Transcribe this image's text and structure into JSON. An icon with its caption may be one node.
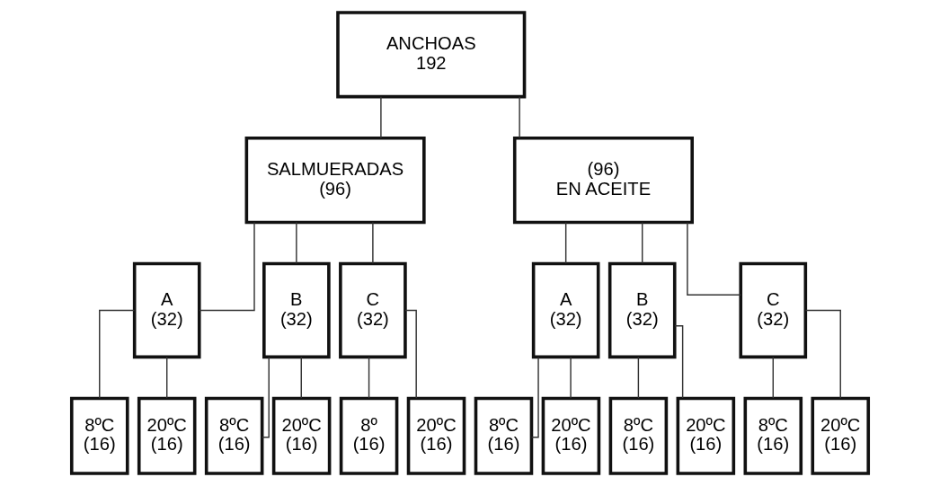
{
  "diagram": {
    "nodes": [
      {
        "text": [
          "ANCHOAS",
          "192"
        ]
      },
      {
        "text": [
          "SALMUERADAS",
          "(96)"
        ]
      },
      {
        "text": [
          "(96)",
          "EN ACEITE"
        ]
      },
      {
        "text": [
          "A",
          "(32)"
        ]
      },
      {
        "text": [
          "B",
          "(32)"
        ]
      },
      {
        "text": [
          "C",
          "(32)"
        ]
      },
      {
        "text": [
          "A",
          "(32)"
        ]
      },
      {
        "text": [
          "B",
          "(32)"
        ]
      },
      {
        "text": [
          "C",
          "(32)"
        ]
      },
      {
        "text": [
          "8ºC",
          "(16)"
        ]
      },
      {
        "text": [
          "20ºC",
          "(16)"
        ]
      },
      {
        "text": [
          "8ºC",
          "(16)"
        ]
      },
      {
        "text": [
          "20ºC",
          "(16)"
        ]
      },
      {
        "text": [
          "8º",
          "(16)"
        ]
      },
      {
        "text": [
          "20ºC",
          "(16)"
        ]
      },
      {
        "text": [
          "8ºC",
          "(16)"
        ]
      },
      {
        "text": [
          "20ºC",
          "(16)"
        ]
      },
      {
        "text": [
          "8ºC",
          "(16)"
        ]
      },
      {
        "text": [
          "20ºC",
          "(16)"
        ]
      },
      {
        "text": [
          "8ºC",
          "(16)"
        ]
      },
      {
        "text": [
          "20ºC",
          "(16)"
        ]
      }
    ],
    "edges": [
      {
        "from": 0,
        "to": 1,
        "arrow": "none"
      },
      {
        "from": 0,
        "to": 2,
        "arrow": "none"
      },
      {
        "from": 1,
        "to": 3,
        "arrow": "none"
      },
      {
        "from": 1,
        "to": 4,
        "arrow": "none"
      },
      {
        "from": 1,
        "to": 5,
        "arrow": "none"
      },
      {
        "from": 2,
        "to": 6,
        "arrow": "none"
      },
      {
        "from": 2,
        "to": 7,
        "arrow": "none"
      },
      {
        "from": 2,
        "to": 8,
        "arrow": "none"
      },
      {
        "from": 3,
        "to": 9,
        "arrow": "none"
      },
      {
        "from": 3,
        "to": 10,
        "arrow": "none"
      },
      {
        "from": 4,
        "to": 11,
        "arrow": "none"
      },
      {
        "from": 4,
        "to": 12,
        "arrow": "none"
      },
      {
        "from": 5,
        "to": 13,
        "arrow": "none"
      },
      {
        "from": 5,
        "to": 14,
        "arrow": "none"
      },
      {
        "from": 6,
        "to": 15,
        "arrow": "none"
      },
      {
        "from": 6,
        "to": 16,
        "arrow": "none"
      },
      {
        "from": 7,
        "to": 17,
        "arrow": "none"
      },
      {
        "from": 7,
        "to": 18,
        "arrow": "none"
      },
      {
        "from": 8,
        "to": 19,
        "arrow": "none"
      },
      {
        "from": 8,
        "to": 20,
        "arrow": "none"
      }
    ]
  }
}
